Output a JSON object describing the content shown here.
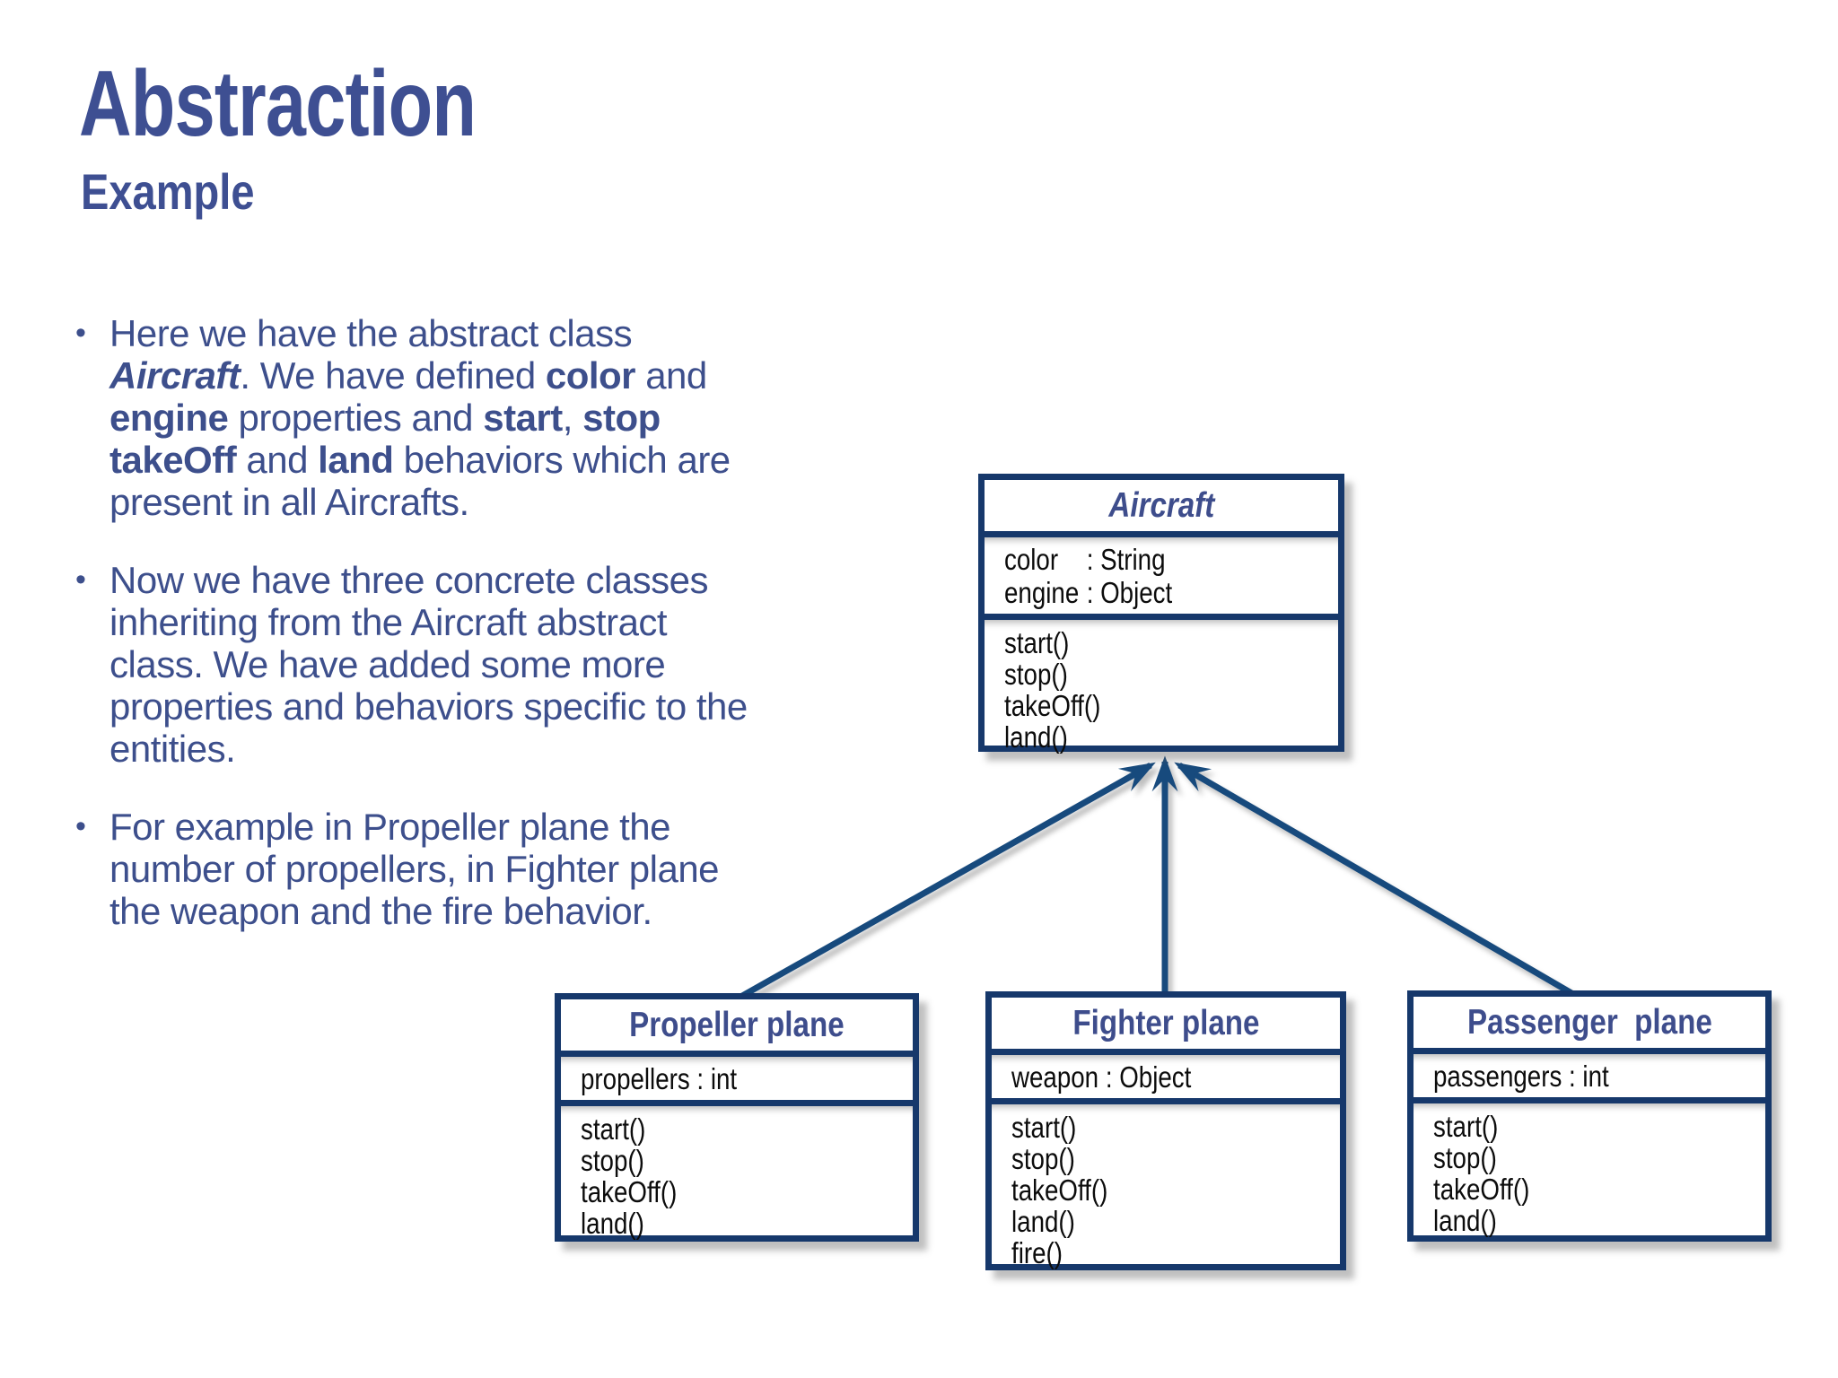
{
  "slide": {
    "title": "Abstraction",
    "subtitle": "Example"
  },
  "colors": {
    "heading": "#3E4F92",
    "body_text": "#3D4F8C",
    "box_title": "#3E4D8C",
    "box_border": "#16386B",
    "connector": "#174A7D",
    "box_text": "#0C0C0C",
    "background": "#FFFFFF"
  },
  "bullets": [
    {
      "lines": [
        [
          {
            "t": "Here we have the abstract class"
          }
        ],
        [
          {
            "t": "Aircraft",
            "b": true,
            "i": true
          },
          {
            "t": ". We have defined "
          },
          {
            "t": "color",
            "b": true
          },
          {
            "t": " and"
          }
        ],
        [
          {
            "t": "engine",
            "b": true
          },
          {
            "t": " properties and "
          },
          {
            "t": "start",
            "b": true
          },
          {
            "t": ", "
          },
          {
            "t": "stop",
            "b": true
          }
        ],
        [
          {
            "t": "takeOff",
            "b": true
          },
          {
            "t": " and "
          },
          {
            "t": "land",
            "b": true
          },
          {
            "t": " behaviors which are"
          }
        ],
        [
          {
            "t": "present in all Aircrafts."
          }
        ]
      ]
    },
    {
      "lines": [
        [
          {
            "t": "Now we have three concrete classes"
          }
        ],
        [
          {
            "t": "inheriting from the Aircraft abstract"
          }
        ],
        [
          {
            "t": "class. We have added some more"
          }
        ],
        [
          {
            "t": "properties and behaviors specific to the"
          }
        ],
        [
          {
            "t": "entities."
          }
        ]
      ]
    },
    {
      "lines": [
        [
          {
            "t": "For example in Propeller plane the"
          }
        ],
        [
          {
            "t": "number of propellers, in Fighter plane"
          }
        ],
        [
          {
            "t": "the weapon and the fire behavior."
          }
        ]
      ]
    }
  ],
  "diagram": {
    "classes": [
      {
        "id": "aircraft",
        "name": "Aircraft",
        "abstract": true,
        "attributes": [
          {
            "name": "color",
            "type": "String"
          },
          {
            "name": "engine",
            "type": "Object"
          }
        ],
        "methods": [
          "start()",
          "stop()",
          "takeOff()",
          "land()"
        ]
      },
      {
        "id": "propeller",
        "name": "Propeller plane",
        "abstract": false,
        "attributes": [
          {
            "name": "propellers",
            "type": "int"
          }
        ],
        "methods": [
          "start()",
          "stop()",
          "takeOff()",
          "land()"
        ]
      },
      {
        "id": "fighter",
        "name": "Fighter plane",
        "abstract": false,
        "attributes": [
          {
            "name": "weapon",
            "type": "Object"
          }
        ],
        "methods": [
          "start()",
          "stop()",
          "takeOff()",
          "land()",
          "fire()"
        ]
      },
      {
        "id": "passenger",
        "name": "Passenger  plane",
        "abstract": false,
        "attributes": [
          {
            "name": "passengers",
            "type": "int"
          }
        ],
        "methods": [
          "start()",
          "stop()",
          "takeOff()",
          "land()"
        ]
      }
    ],
    "relations": [
      {
        "from": "propeller",
        "to": "aircraft",
        "type": "generalization"
      },
      {
        "from": "fighter",
        "to": "aircraft",
        "type": "generalization"
      },
      {
        "from": "passenger",
        "to": "aircraft",
        "type": "generalization"
      }
    ]
  }
}
